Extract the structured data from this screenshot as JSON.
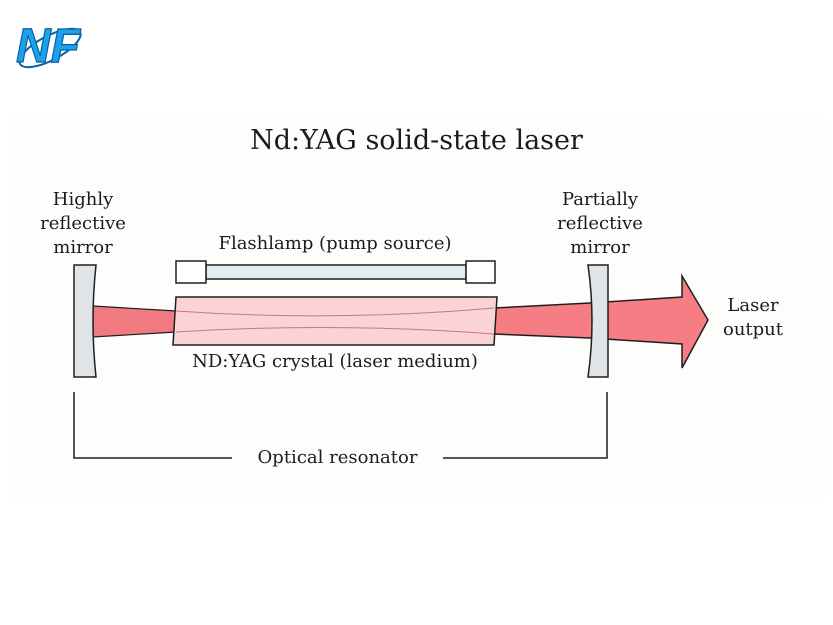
{
  "logo": {
    "letters": "NF",
    "colors": {
      "primary": "#1aa3e8",
      "dark": "#0b5fa8"
    }
  },
  "diagram": {
    "title": "Nd:YAG solid-state laser",
    "hr_mirror_label_lines": [
      "Highly",
      "reflective",
      "mirror"
    ],
    "pr_mirror_label_lines": [
      "Partially",
      "reflective",
      "mirror"
    ],
    "flashlamp_label": "Flashlamp (pump source)",
    "crystal_label": "ND:YAG crystal (laser medium)",
    "output_label_lines": [
      "Laser",
      "output"
    ],
    "resonator_label": "Optical resonator"
  },
  "colors": {
    "beam": "#f07a80",
    "beam_light": "#f7b3b6",
    "crystal_fill": "#f9d3d6",
    "lamp_fill": "#e2eef0",
    "mirror_fill": "#e1e4e7",
    "stroke": "#1f1f1f"
  }
}
